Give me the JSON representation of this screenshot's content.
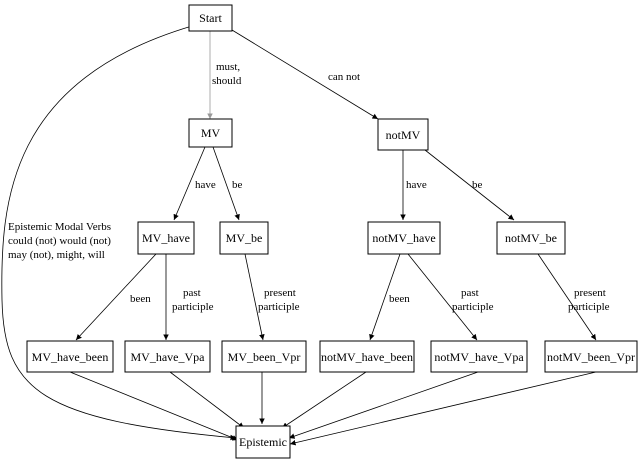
{
  "nodes": {
    "start": "Start",
    "mv": "MV",
    "notmv": "notMV",
    "mv_have": "MV_have",
    "mv_be": "MV_be",
    "notmv_have": "notMV_have",
    "notmv_be": "notMV_be",
    "mv_have_been": "MV_have_been",
    "mv_have_vpa": "MV_have_Vpa",
    "mv_been_vpr": "MV_been_Vpr",
    "notmv_have_been": "notMV_have_been",
    "notmv_have_vpa": "notMV_have_Vpa",
    "notmv_been_vpr": "notMV_been_Vpr",
    "epistemic": "Epistemic"
  },
  "edge_labels": {
    "must_should_1": "must,",
    "must_should_2": "should",
    "can_not": "can not",
    "mv_have": "have",
    "mv_be": "be",
    "notmv_have": "have",
    "notmv_be": "be",
    "mv_have_been": "been",
    "mv_have_past_1": "past",
    "mv_have_past_2": "participle",
    "mv_be_present_1": "present",
    "mv_be_present_2": "participle",
    "notmv_have_been": "been",
    "notmv_have_past_1": "past",
    "notmv_have_past_2": "participle",
    "notmv_be_present_1": "present",
    "notmv_be_present_2": "participle"
  },
  "side_label": {
    "line1": "Epistemic Modal Verbs",
    "line2": "could (not) would (not)",
    "line3": "may (not), might, will"
  }
}
